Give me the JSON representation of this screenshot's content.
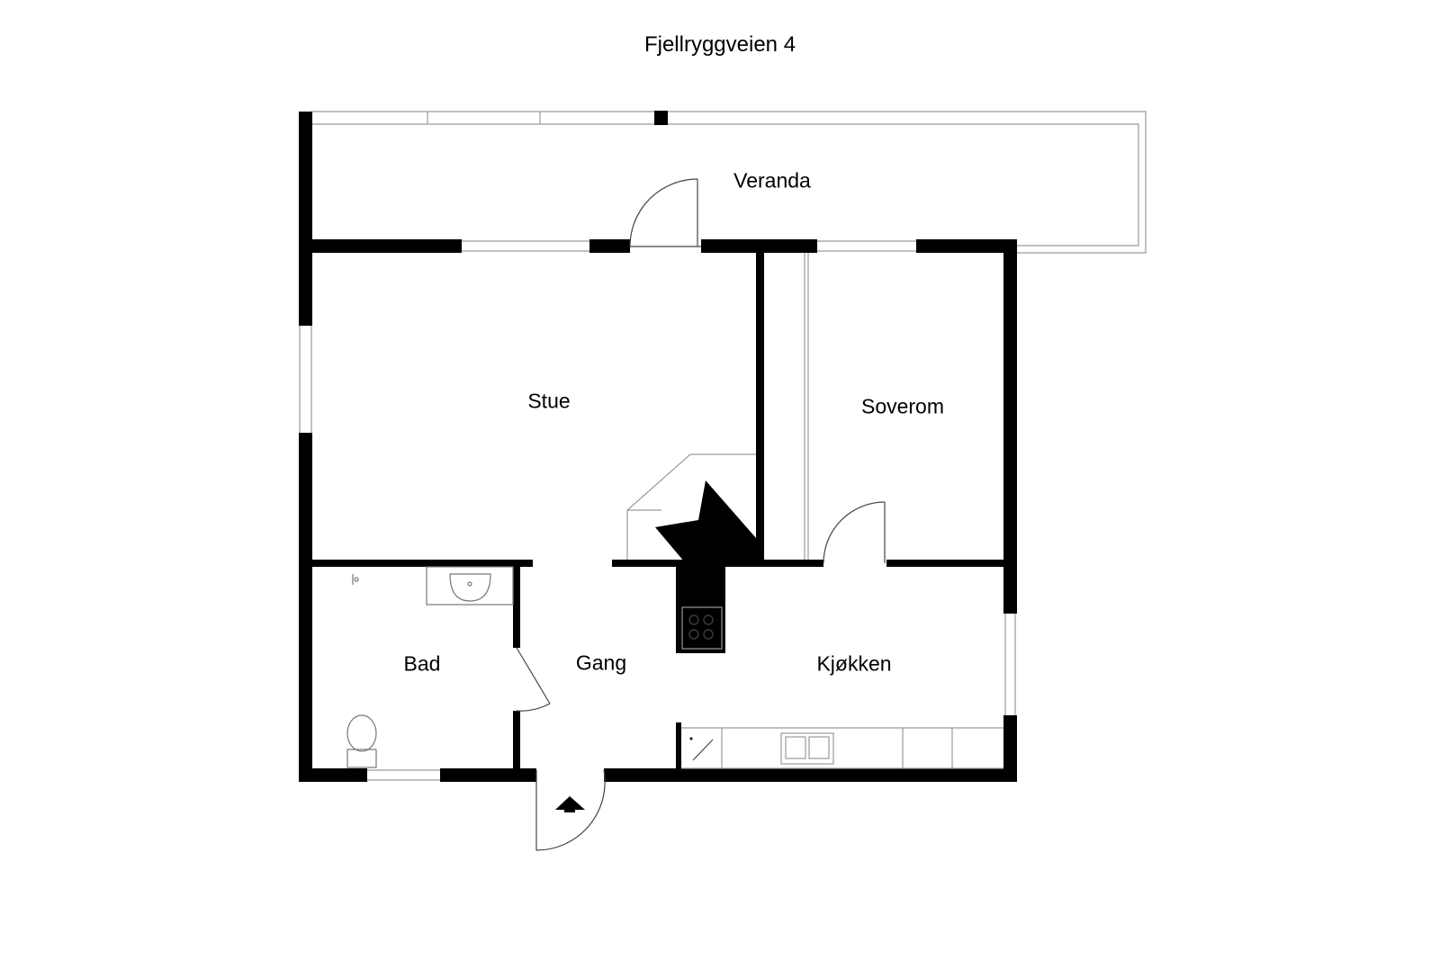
{
  "title": "Fjellryggveien 4",
  "rooms": {
    "veranda": "Veranda",
    "stue": "Stue",
    "soverom": "Soverom",
    "bad": "Bad",
    "gang": "Gang",
    "kjokken": "Kjøkken"
  },
  "colors": {
    "wall": "#000000",
    "line": "#000000",
    "thin": "#9a9a9a"
  }
}
